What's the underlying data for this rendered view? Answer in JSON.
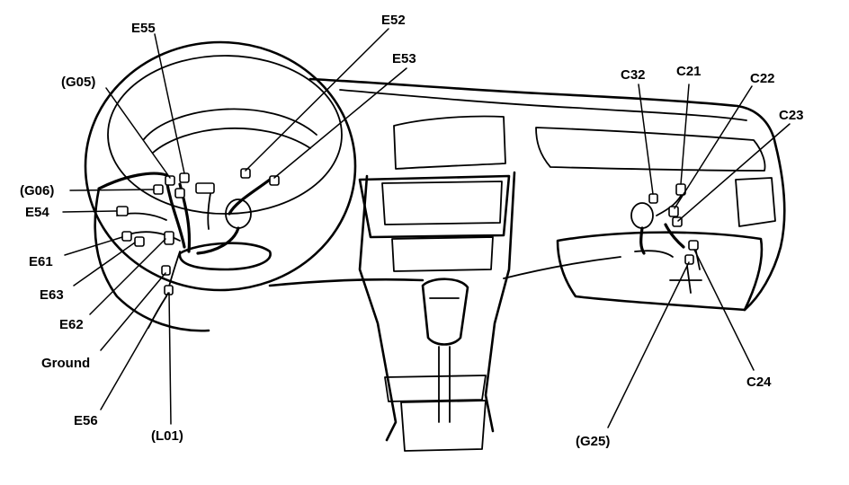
{
  "labels": {
    "e55": "E55",
    "e52": "E52",
    "e53": "E53",
    "g05": "(G05)",
    "g06": "(G06)",
    "e54": "E54",
    "e61": "E61",
    "e63": "E63",
    "e62": "E62",
    "ground": "Ground",
    "e56": "E56",
    "l01": "(L01)",
    "c32": "C32",
    "c21": "C21",
    "c22": "C22",
    "c23": "C23",
    "c24": "C24",
    "g25": "(G25)"
  }
}
